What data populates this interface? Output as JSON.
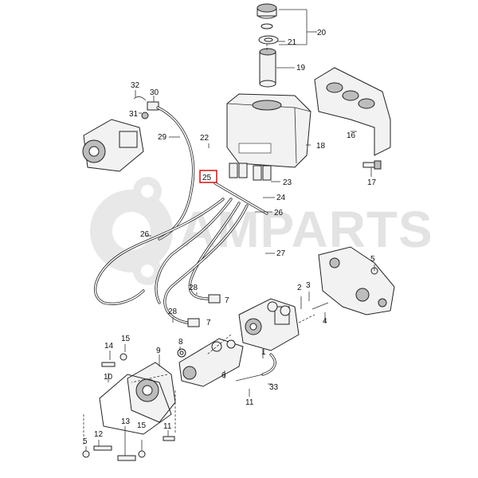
{
  "watermark": {
    "text": "AMPARTS"
  },
  "colors": {
    "highlight": "#d40000",
    "ink": "#222222",
    "watermark": "#e3e3e3"
  },
  "highlighted_part": "25",
  "callouts": {
    "c1": "1",
    "c2": "2",
    "c3": "3",
    "c4": "4",
    "c5a": "5",
    "c5b": "5",
    "c6": "6",
    "c7a": "7",
    "c7b": "7",
    "c8": "8",
    "c9": "9",
    "c10": "10",
    "c11a": "11",
    "c11b": "11",
    "c12": "12",
    "c13": "13",
    "c14": "14",
    "c15a": "15",
    "c15b": "15",
    "c16": "16",
    "c17": "17",
    "c18": "18",
    "c19": "19",
    "c20": "20",
    "c21": "21",
    "c22": "22",
    "c23": "23",
    "c24": "24",
    "c25": "25",
    "c26a": "26",
    "c26b": "26",
    "c27": "27",
    "c28a": "28",
    "c28b": "28",
    "c29": "29",
    "c30": "30",
    "c31": "31",
    "c32": "32",
    "c33": "33"
  }
}
